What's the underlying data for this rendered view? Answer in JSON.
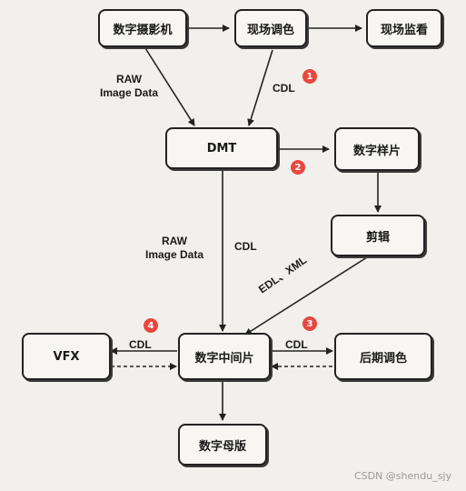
{
  "nodes": {
    "camera": "数字摄影机",
    "onset_grading": "现场调色",
    "onset_monitor": "现场监看",
    "dmt": "DMT",
    "dailies": "数字样片",
    "editing": "剪辑",
    "dsm": "数字中间片",
    "vfx": "VFX",
    "post_grading": "后期调色",
    "master": "数字母版"
  },
  "edge_labels": {
    "raw_top_1": "RAW",
    "raw_top_2": "Image Data",
    "cdl_top": "CDL",
    "raw_mid_1": "RAW",
    "raw_mid_2": "Image Data",
    "cdl_mid": "CDL",
    "edl_xml": "EDL、XML",
    "cdl_vfx": "CDL",
    "cdl_post": "CDL"
  },
  "badges": {
    "b1": "1",
    "b2": "2",
    "b3": "3",
    "b4": "4"
  },
  "watermark": "CSDN @shendu_sjy",
  "colors": {
    "badge": "#e8483f",
    "line": "#222222"
  }
}
